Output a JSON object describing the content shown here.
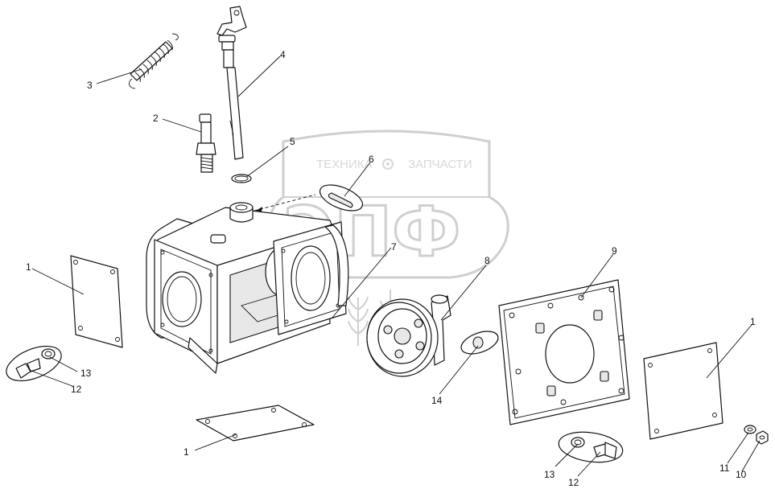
{
  "watermark": {
    "brand": "ЭПФ",
    "left_text": "ТЕХНИКА",
    "right_text": "ЗАПЧАСТИ"
  },
  "callouts": {
    "c1a": "1",
    "c1b": "1",
    "c1c": "1",
    "c2": "2",
    "c3": "3",
    "c4": "4",
    "c5": "5",
    "c6": "6",
    "c7": "7",
    "c8": "8",
    "c9": "9",
    "c10": "10",
    "c11": "11",
    "c12a": "12",
    "c12b": "12",
    "c13a": "13",
    "c13b": "13",
    "c14": "14"
  },
  "colors": {
    "line": "#111111",
    "watermark": "#a9a9a9"
  }
}
